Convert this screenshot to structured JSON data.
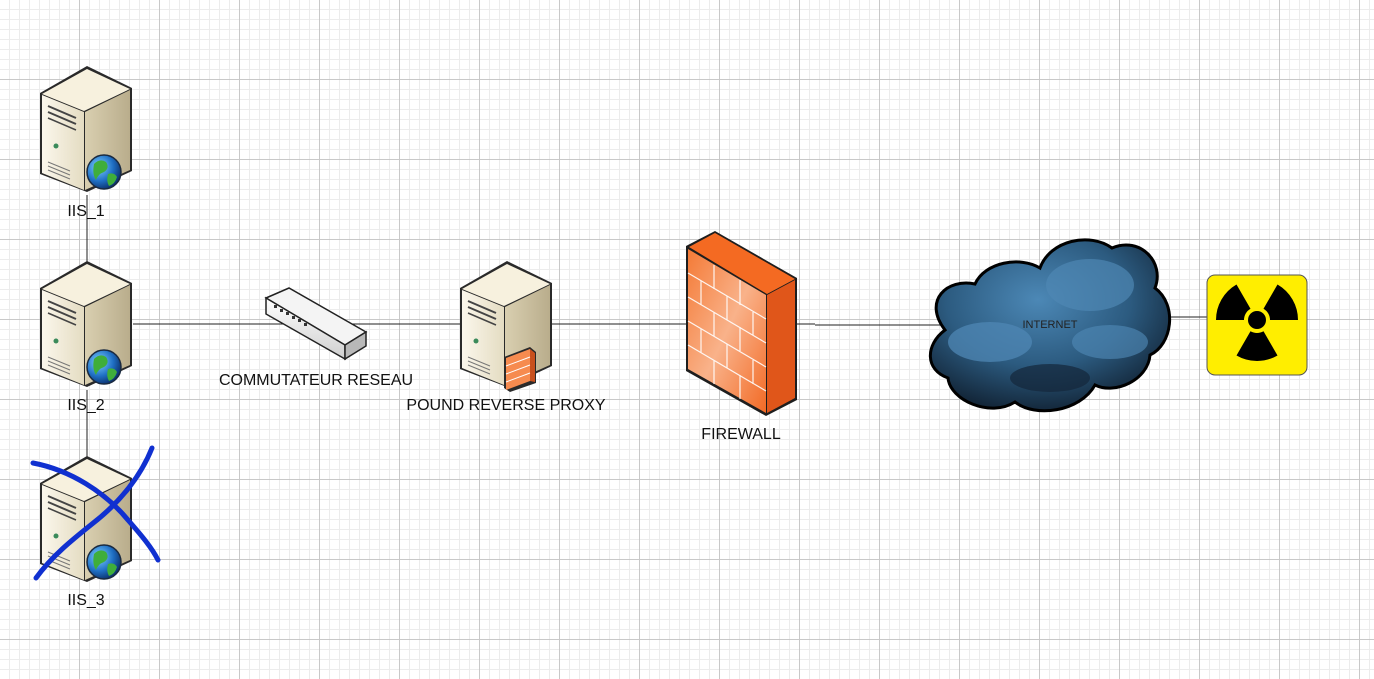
{
  "diagram": {
    "nodes": {
      "iis1": {
        "label": "IIS_1",
        "icon": "web-server-icon"
      },
      "iis2": {
        "label": "IIS_2",
        "icon": "web-server-icon"
      },
      "iis3": {
        "label": "IIS_3",
        "icon": "web-server-icon",
        "crossed_out": true
      },
      "switch": {
        "label": "COMMUTATEUR RESEAU",
        "icon": "network-switch-icon"
      },
      "proxy": {
        "label": "POUND REVERSE PROXY",
        "icon": "proxy-server-icon"
      },
      "firewall": {
        "label": "FIREWALL",
        "icon": "firewall-icon"
      },
      "internet": {
        "label": "INTERNET",
        "icon": "cloud-icon"
      },
      "threat": {
        "label": "",
        "icon": "radiation-hazard-icon"
      }
    },
    "edges": [
      [
        "iis1",
        "iis2"
      ],
      [
        "iis2",
        "iis3"
      ],
      [
        "iis2",
        "switch"
      ],
      [
        "switch",
        "proxy"
      ],
      [
        "proxy",
        "firewall"
      ],
      [
        "firewall",
        "internet"
      ],
      [
        "internet",
        "threat"
      ]
    ],
    "colors": {
      "server": "#ece4cc",
      "firewall": "#f26a25",
      "cloud": "#2f5f86",
      "hazard": "#ffee00",
      "scribble": "#1030d0"
    }
  }
}
